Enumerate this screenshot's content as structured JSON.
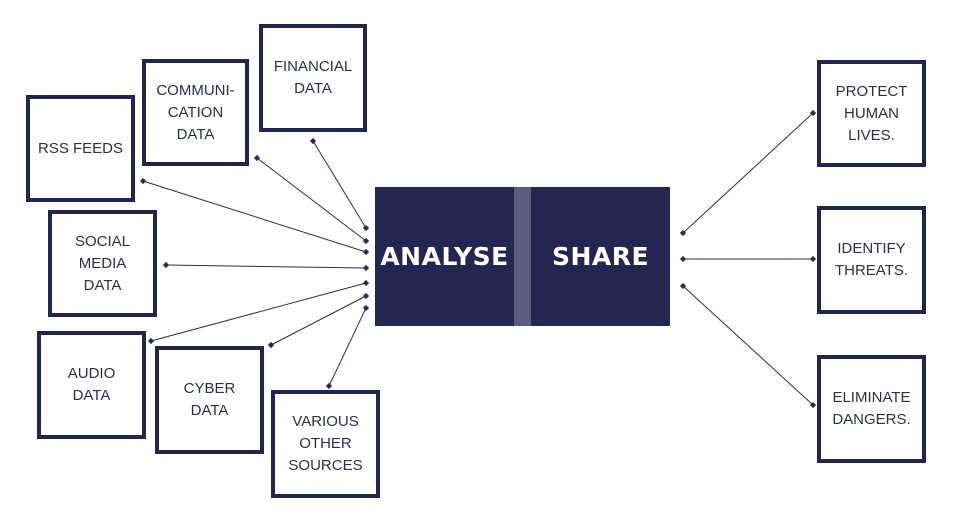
{
  "center": {
    "analyse_label": "ANALYSE",
    "share_label": "SHARE"
  },
  "sources": [
    {
      "id": "financial",
      "label": "FINANCIAL\nDATA"
    },
    {
      "id": "communication",
      "label": "COMMUNI-\nCATION\nDATA"
    },
    {
      "id": "rss",
      "label": "RSS FEEDS"
    },
    {
      "id": "social",
      "label": "SOCIAL\nMEDIA\nDATA"
    },
    {
      "id": "audio",
      "label": "AUDIO\nDATA"
    },
    {
      "id": "cyber",
      "label": "CYBER\nDATA"
    },
    {
      "id": "various",
      "label": "VARIOUS\nOTHER\nSOURCES"
    }
  ],
  "outcomes": [
    {
      "id": "protect",
      "label": "PROTECT\nHUMAN\nLIVES."
    },
    {
      "id": "identify",
      "label": "IDENTIFY\nTHREATS."
    },
    {
      "id": "eliminate",
      "label": "ELIMINATE\nDANGERS."
    }
  ],
  "colors": {
    "box_border": "#22254f",
    "center_fill": "#242550",
    "divider_fill": "#5b5c7e",
    "connector": "#2a2c55",
    "text": "#2b2d52"
  }
}
